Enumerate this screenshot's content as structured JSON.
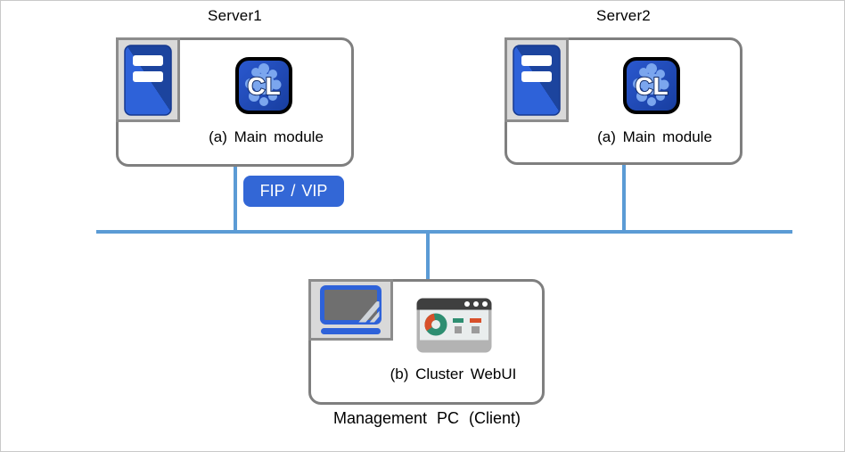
{
  "diagram": {
    "server1": {
      "title": "Server1",
      "module_label": "(a) Main module"
    },
    "server2": {
      "title": "Server2",
      "module_label": "(a) Main module"
    },
    "fip_vip_badge": {
      "label": "FIP / VIP"
    },
    "management_pc": {
      "module_label": "(b) Cluster WebUI",
      "caption": "Management PC (Client)"
    },
    "cl_icon_text": "CL",
    "icon_names": {
      "server": "server-tower-icon",
      "cluster_app": "cl-app-icon",
      "laptop": "laptop-icon",
      "browser": "browser-dashboard-icon"
    },
    "colors": {
      "network_line": "#5b9bd5",
      "badge_background": "#3367d6",
      "box_border": "#7f7f7f",
      "icon_frame_background": "#d9d9d9",
      "server_blue": "#2e62d9",
      "server_blue_dark": "#1c449e",
      "cl_blob_blue": "#7ba6ee",
      "donut_teal": "#2e8e71",
      "donut_red": "#d8502a",
      "browser_gray": "#b3b3b3",
      "browser_header": "#3f3f3f"
    }
  }
}
